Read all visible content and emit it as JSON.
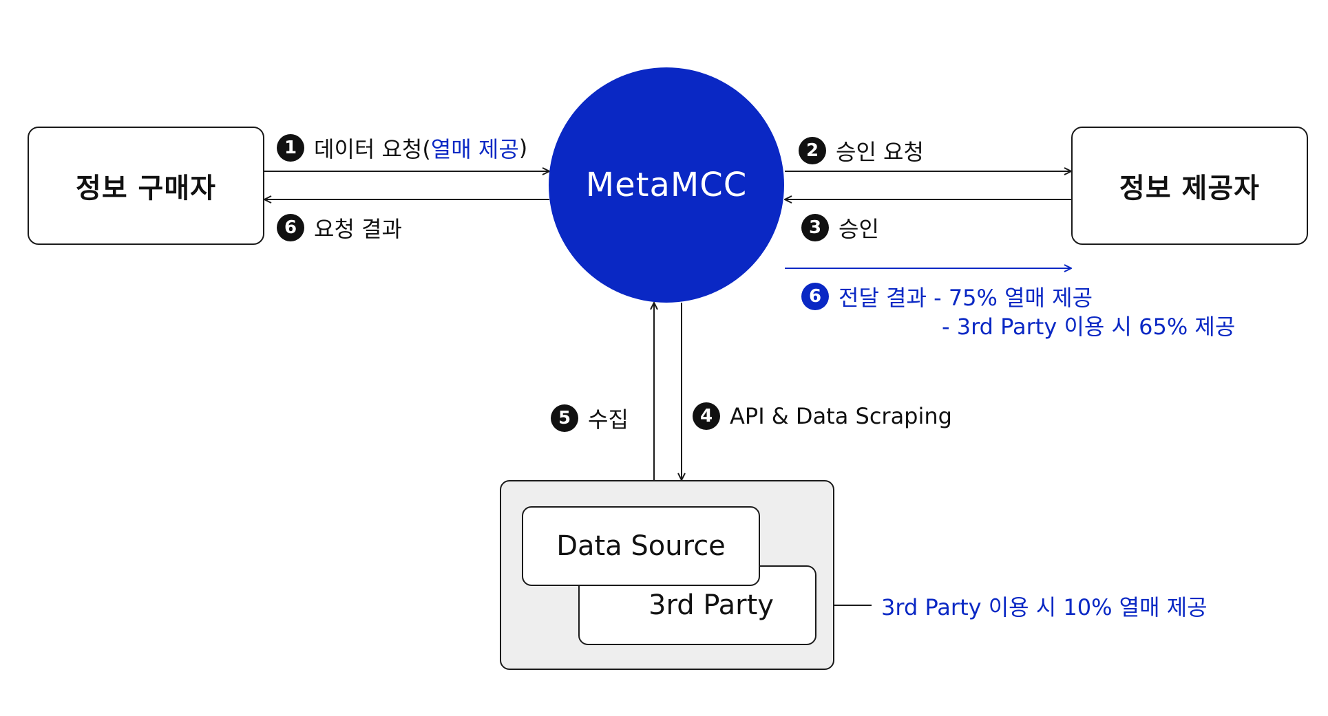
{
  "nodes": {
    "buyer": "정보 구매자",
    "center": "MetaMCC",
    "provider": "정보 제공자",
    "data_source": "Data Source",
    "third_party": "3rd Party"
  },
  "steps": {
    "s1": {
      "num": "1",
      "text": "데이터 요청(",
      "highlight": "열매 제공",
      "close": ")"
    },
    "s2": {
      "num": "2",
      "text": "승인 요청"
    },
    "s3": {
      "num": "3",
      "text": "승인"
    },
    "s4": {
      "num": "4",
      "text": "API & Data Scraping"
    },
    "s5": {
      "num": "5",
      "text": "수집"
    },
    "s6_buyer": {
      "num": "6",
      "text": "요청 결과"
    },
    "s6_provider": {
      "num": "6",
      "line1": "전달 결과 - 75% 열매 제공",
      "line2": "- 3rd Party 이용 시 65% 제공"
    }
  },
  "third_party_note": "3rd Party 이용 시 10% 열매 제공",
  "colors": {
    "accent": "#0a28c4",
    "line": "#1a1a1a",
    "container_bg": "#eeeeee"
  }
}
